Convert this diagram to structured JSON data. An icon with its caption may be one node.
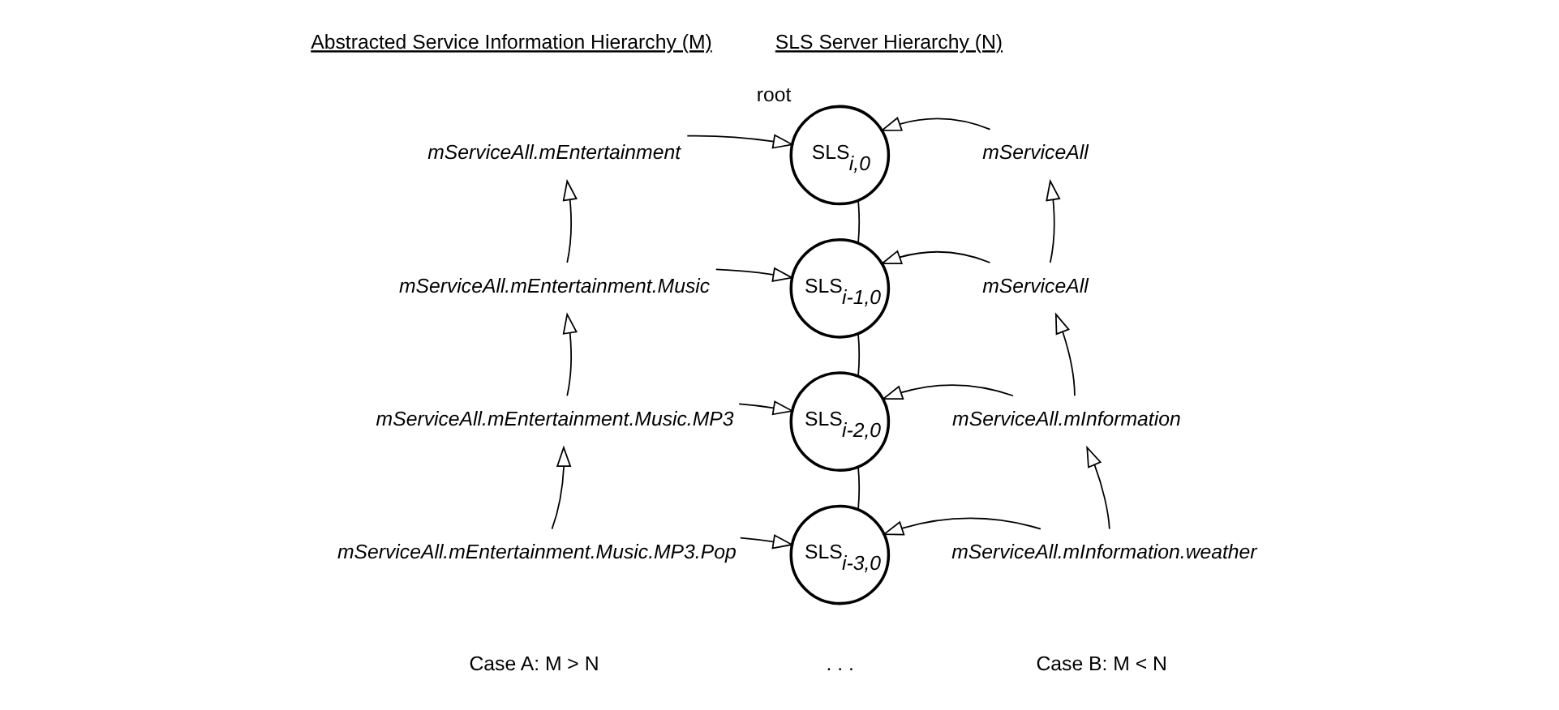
{
  "diagram": {
    "nodes": [
      {
        "text": [
          "mServiceAll.mEntertainment"
        ]
      },
      {
        "text": [
          "mServiceAll.mEntertainment.Music"
        ]
      },
      {
        "text": [
          "mServiceAll.mEntertainment.Music.MP3"
        ]
      },
      {
        "text": [
          "mServiceAll.mEntertainment.Music.MP3.Pop"
        ]
      },
      {
        "text": [
          "SLS$_{i,0}$"
        ],
        "beside": [
          "root"
        ]
      },
      {
        "text": [
          "SLS$_{i-1,0}$"
        ]
      },
      {
        "text": [
          "SLS$_{i-2,0}$"
        ]
      },
      {
        "text": [
          "SLS$_{i-3,0}$"
        ]
      },
      {
        "text": [
          "mServiceAll"
        ]
      },
      {
        "text": [
          "mServiceAll"
        ]
      },
      {
        "text": [
          "mServiceAll.mInformation"
        ]
      },
      {
        "text": [
          "mServiceAll.mInformation.weather"
        ]
      }
    ],
    "edges": [
      {
        "from": 1,
        "to": 0,
        "arrow": "to"
      },
      {
        "from": 2,
        "to": 1,
        "arrow": "to"
      },
      {
        "from": 3,
        "to": 2,
        "arrow": "to"
      },
      {
        "from": 0,
        "to": 4,
        "arrow": "to"
      },
      {
        "from": 1,
        "to": 5,
        "arrow": "to"
      },
      {
        "from": 2,
        "to": 6,
        "arrow": "to"
      },
      {
        "from": 3,
        "to": 7,
        "arrow": "to"
      },
      {
        "from": 4,
        "to": 5,
        "arrow": "none"
      },
      {
        "from": 5,
        "to": 6,
        "arrow": "none"
      },
      {
        "from": 6,
        "to": 7,
        "arrow": "none"
      },
      {
        "from": 8,
        "to": 4,
        "arrow": "to"
      },
      {
        "from": 9,
        "to": 5,
        "arrow": "to"
      },
      {
        "from": 10,
        "to": 6,
        "arrow": "to"
      },
      {
        "from": 11,
        "to": 7,
        "arrow": "to"
      },
      {
        "from": 9,
        "to": 8,
        "arrow": "to"
      },
      {
        "from": 10,
        "to": 9,
        "arrow": "to"
      },
      {
        "from": 11,
        "to": 10,
        "arrow": "to"
      }
    ],
    "labels": [
      "Abstracted Service Information Hierarchy (M)",
      "SLS Server Hierarchy (N)",
      "Case A: M > N",
      ". . .",
      "Case B: M < N"
    ]
  }
}
